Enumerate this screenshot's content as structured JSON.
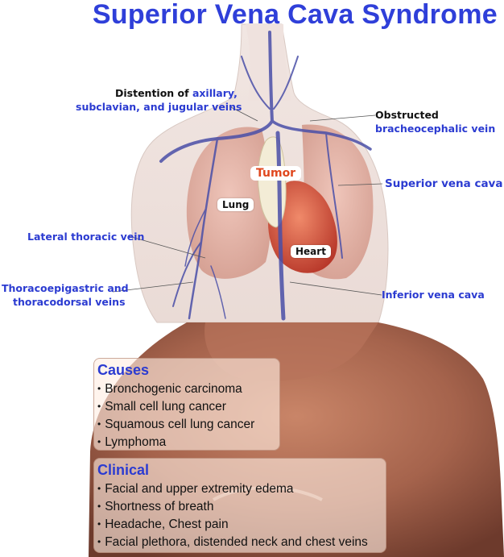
{
  "title": "Superior Vena Cava Syndrome",
  "labels": {
    "distention_prefix": "Distention of",
    "distention_blue_1": "axillary,",
    "distention_line2": "subclavian, and jugular veins",
    "obstructed_1": "Obstructed",
    "obstructed_2": "bracheocephalic vein",
    "tumor": "Tumor",
    "svc": "Superior vena cava",
    "lung": "Lung",
    "lateral_thoracic": "Lateral thoracic vein",
    "heart": "Heart",
    "thoraco_1": "Thoracoepigastric and",
    "thoraco_2": "thoracodorsal veins",
    "ivc": "Inferior vena cava"
  },
  "causes": {
    "heading": "Causes",
    "items": [
      "Bronchogenic carcinoma",
      "Small cell lung cancer",
      "Squamous cell lung cancer",
      "Lymphoma"
    ]
  },
  "clinical": {
    "heading": "Clinical",
    "items": [
      "Facial and upper extremity edema",
      "Shortness of breath",
      "Headache, Chest pain",
      "Facial plethora, distended neck and chest veins"
    ]
  },
  "colors": {
    "title": "#2f3fd9",
    "label_blue": "#2b3bd1",
    "tumor_text": "#e0481f",
    "vein": "#4a4fa8",
    "skin": "#b2705a",
    "lung": "#e0aa9e",
    "heart": "#d9543d"
  }
}
